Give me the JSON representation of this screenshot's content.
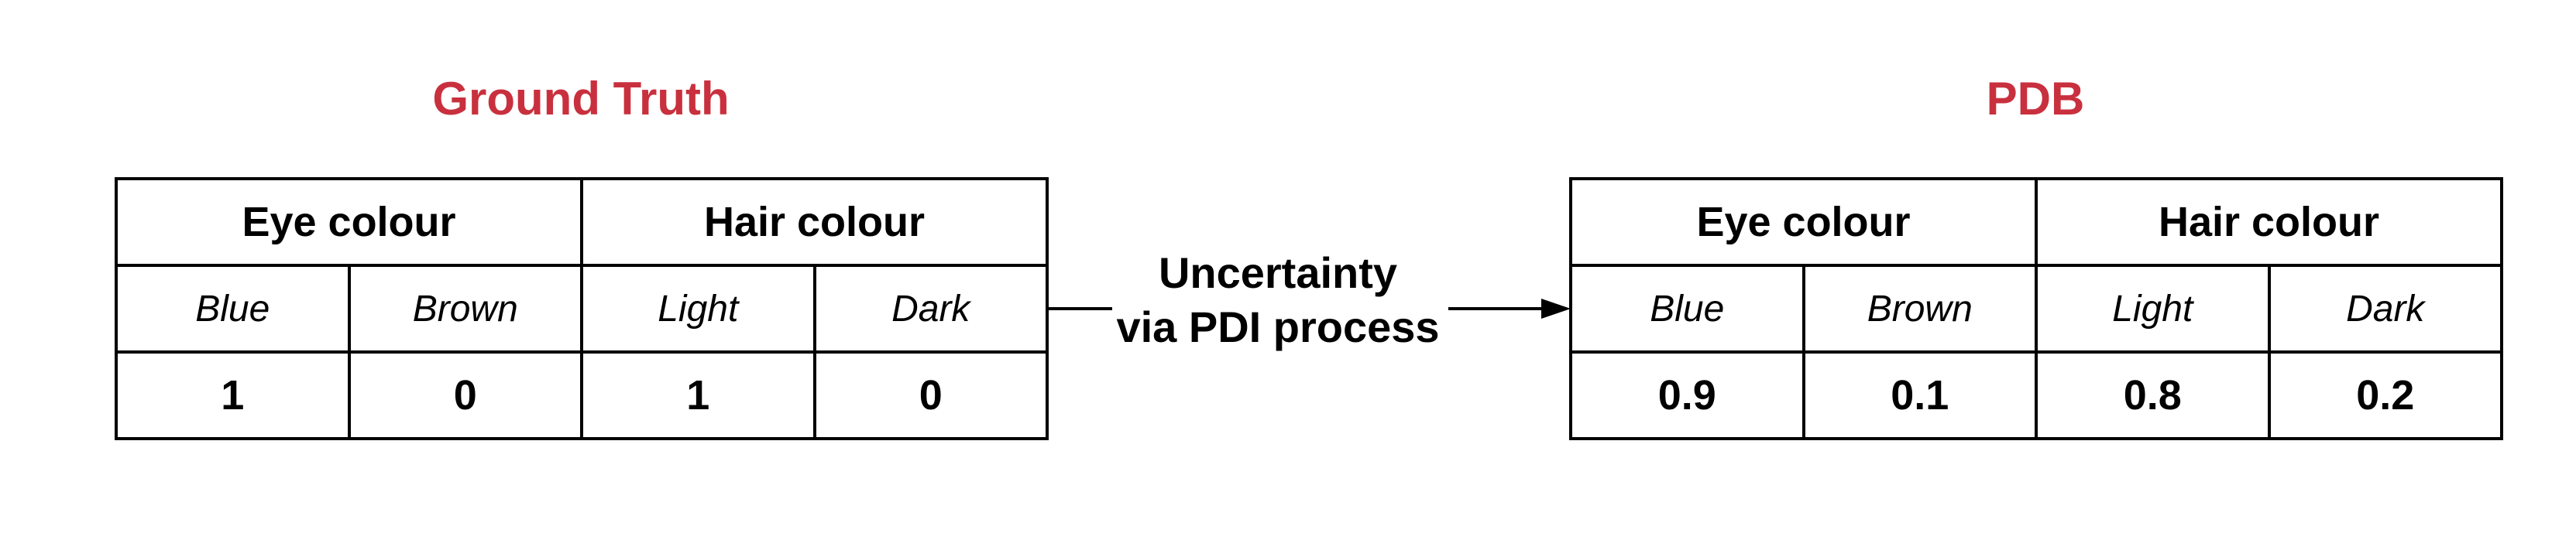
{
  "colors": {
    "title": "#c9303e",
    "line": "#000000",
    "text": "#000000"
  },
  "ground_truth": {
    "title": "Ground Truth",
    "groups": [
      "Eye colour",
      "Hair colour"
    ],
    "columns": [
      "Blue",
      "Brown",
      "Light",
      "Dark"
    ],
    "values": [
      "1",
      "0",
      "1",
      "0"
    ]
  },
  "process": {
    "line1": "Uncertainty",
    "line2": "via PDI process"
  },
  "pdb": {
    "title": "PDB",
    "groups": [
      "Eye colour",
      "Hair colour"
    ],
    "columns": [
      "Blue",
      "Brown",
      "Light",
      "Dark"
    ],
    "values": [
      "0.9",
      "0.1",
      "0.8",
      "0.2"
    ]
  }
}
